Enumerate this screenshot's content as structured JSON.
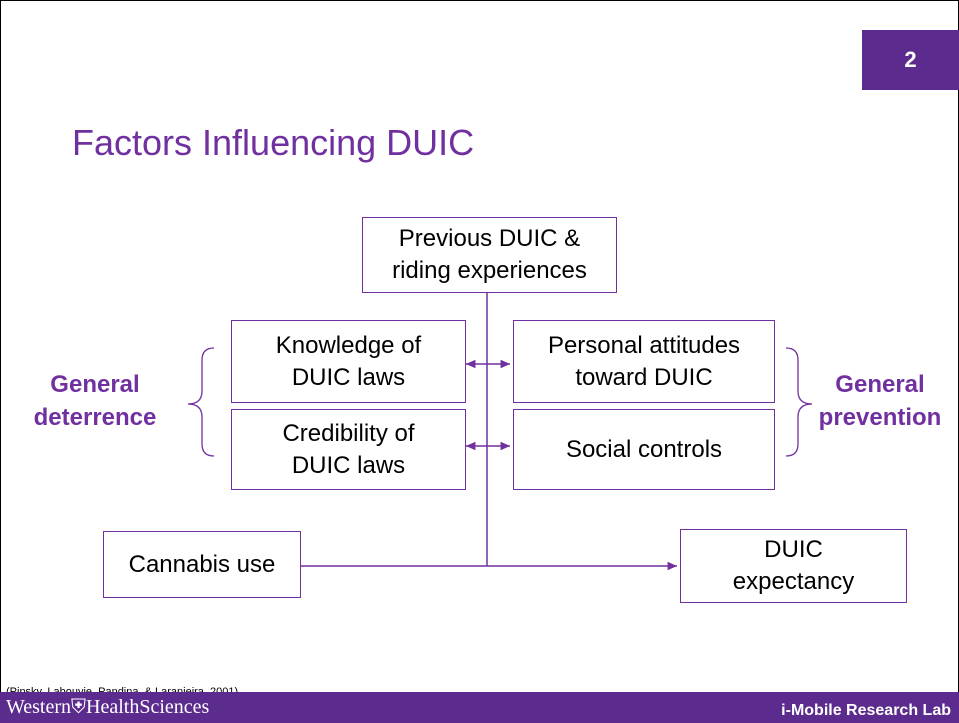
{
  "page_number": "2",
  "title": "Factors Influencing DUIC",
  "nodes": {
    "previous": [
      "Previous DUIC &",
      "riding experiences"
    ],
    "knowledge": [
      "Knowledge of",
      "DUIC laws"
    ],
    "credibility": [
      "Credibility of",
      "DUIC laws"
    ],
    "attitudes": [
      "Personal attitudes",
      "toward DUIC"
    ],
    "social": [
      "Social controls"
    ],
    "cannabis": [
      "Cannabis use"
    ],
    "expectancy": [
      "DUIC",
      "expectancy"
    ]
  },
  "groups": {
    "deterrence": [
      "General",
      "deterrence"
    ],
    "prevention": [
      "General",
      "prevention"
    ]
  },
  "citation": "(Pinsky, Labouvie, Pandina, & Laranjeira, 2001)",
  "footer": {
    "institution": "Western⛨HealthSciences",
    "lab": "i-Mobile Research Lab"
  },
  "colors": {
    "accent": "#7030a0",
    "footer_bg": "#5b2c8d"
  }
}
